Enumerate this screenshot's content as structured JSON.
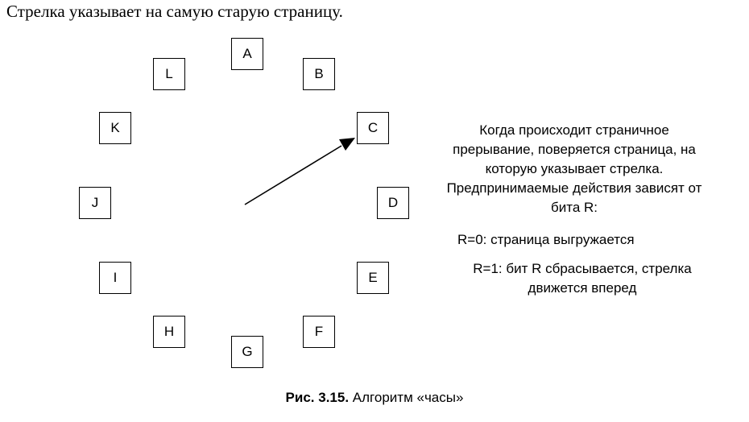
{
  "intro_text": "Стрелка указывает на самую старую страницу.",
  "pages": [
    "A",
    "B",
    "C",
    "D",
    "E",
    "F",
    "G",
    "H",
    "I",
    "J",
    "K",
    "L"
  ],
  "explanation": "Когда происходит страничное прерывание, поверяется страница, на которую указывает стрелка. Предпринимаемые действия зависят от бита R:",
  "rule_r0": "R=0: страница выгружается",
  "rule_r1": "R=1: бит R сбрасывается, стрелка движется вперед",
  "caption": {
    "label": "Рис. 3.15.",
    "title": "Алгоритм «часы»"
  }
}
